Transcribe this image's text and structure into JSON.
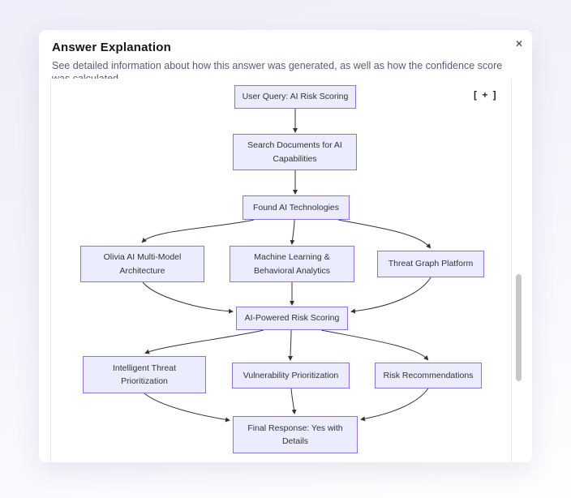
{
  "modal": {
    "title": "Answer Explanation",
    "subtitle": "See detailed information about how this answer was generated, as well as how the confidence score was calculated.",
    "icons": {
      "close": "✕"
    }
  },
  "diagram": {
    "zoom_control_label": "[ + ]",
    "type": "flowchart",
    "nodes": [
      {
        "id": "user-query",
        "label": "User Query: AI Risk Scoring"
      },
      {
        "id": "search-documents",
        "label": "Search Documents for AI Capabilities"
      },
      {
        "id": "found-technologies",
        "label": "Found AI Technologies"
      },
      {
        "id": "olivia-architecture",
        "label": "Olivia AI Multi-Model Architecture"
      },
      {
        "id": "ml-analytics",
        "label": "Machine Learning & Behavioral Analytics"
      },
      {
        "id": "threat-graph",
        "label": "Threat Graph Platform"
      },
      {
        "id": "risk-scoring",
        "label": "AI-Powered Risk Scoring"
      },
      {
        "id": "threat-prioritization",
        "label": "Intelligent Threat Prioritization"
      },
      {
        "id": "vuln-prioritization",
        "label": "Vulnerability Prioritization"
      },
      {
        "id": "risk-recommendations",
        "label": "Risk Recommendations"
      },
      {
        "id": "final-response",
        "label": "Final Response: Yes with Details"
      }
    ],
    "edges": [
      [
        "user-query",
        "search-documents"
      ],
      [
        "search-documents",
        "found-technologies"
      ],
      [
        "found-technologies",
        "olivia-architecture"
      ],
      [
        "found-technologies",
        "ml-analytics"
      ],
      [
        "found-technologies",
        "threat-graph"
      ],
      [
        "olivia-architecture",
        "risk-scoring"
      ],
      [
        "ml-analytics",
        "risk-scoring"
      ],
      [
        "threat-graph",
        "risk-scoring"
      ],
      [
        "risk-scoring",
        "threat-prioritization"
      ],
      [
        "risk-scoring",
        "vuln-prioritization"
      ],
      [
        "risk-scoring",
        "risk-recommendations"
      ],
      [
        "threat-prioritization",
        "final-response"
      ],
      [
        "vuln-prioritization",
        "final-response"
      ],
      [
        "risk-recommendations",
        "final-response"
      ]
    ],
    "colors": {
      "node_fill": "#ECECFF",
      "node_border": "#9370DB",
      "edge": "#333333"
    }
  }
}
